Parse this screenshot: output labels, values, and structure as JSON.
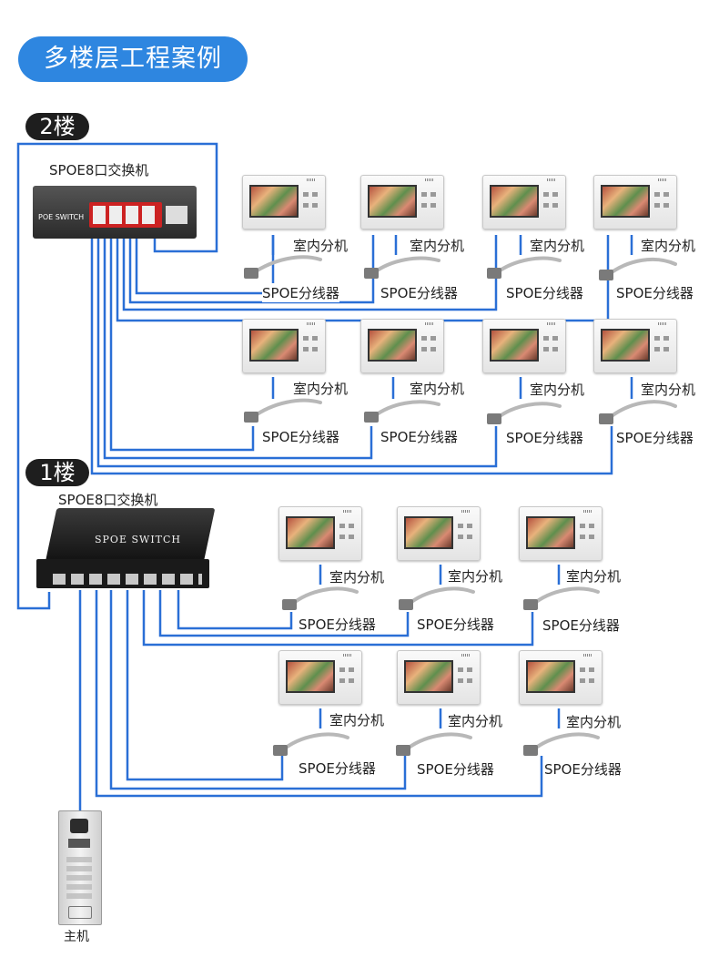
{
  "title": "多楼层工程案例",
  "floors": {
    "floor2": {
      "label": "2楼",
      "switch_caption": "SPOE8口交换机",
      "switch_brand": "POE SWITCH"
    },
    "floor1": {
      "label": "1楼",
      "switch_caption": "SPOE8口交换机",
      "switch_brand": "SPOE SWITCH"
    }
  },
  "indoor_unit_label": "室内分机",
  "splitter_label": "SPOE分线器",
  "host_label": "主机",
  "colors": {
    "accent": "#2e86e0",
    "wire": "#2a6fd6",
    "badge": "#1e1e1e"
  }
}
